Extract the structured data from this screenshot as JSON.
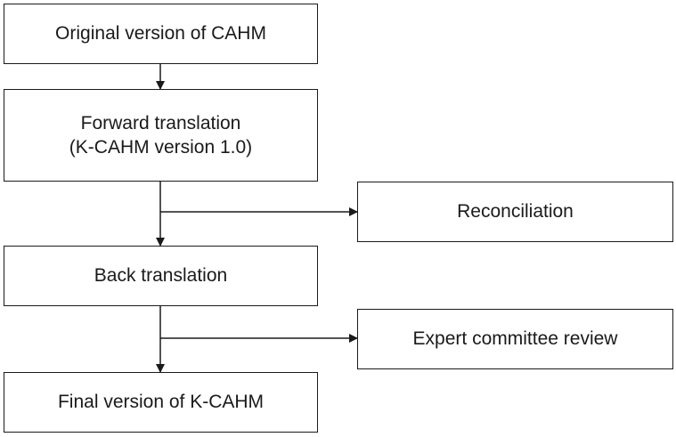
{
  "flowchart": {
    "steps": {
      "original": {
        "label": "Original version of CAHM"
      },
      "forward": {
        "label": "Forward translation",
        "sublabel": "(K-CAHM version 1.0)"
      },
      "back": {
        "label": "Back translation"
      },
      "final": {
        "label": "Final version of K-CAHM"
      }
    },
    "side_steps": {
      "reconciliation": {
        "label": "Reconciliation"
      },
      "expert_review": {
        "label": "Expert committee review"
      }
    }
  },
  "colors": {
    "stroke": "#1a1a1a",
    "background": "#ffffff"
  }
}
